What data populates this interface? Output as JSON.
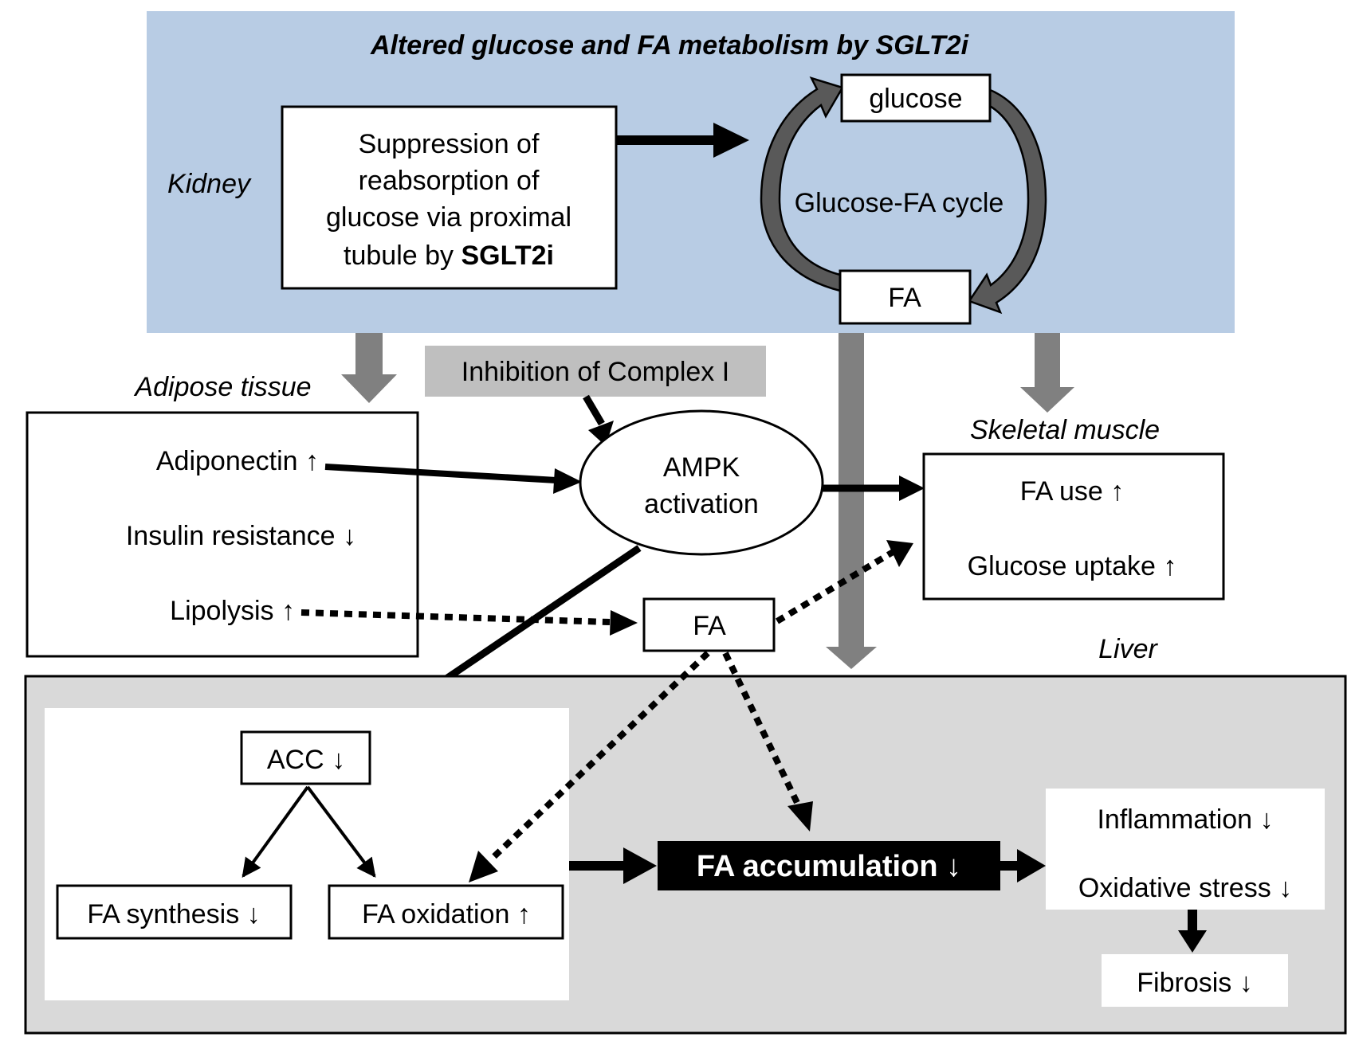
{
  "colors": {
    "kidney_panel": "#b8cce4",
    "liver_panel": "#d9d9d9",
    "gray_arrow": "#808080",
    "complex_box": "#bfbfbf",
    "cycle_arrow": "#595959",
    "black": "#000000"
  },
  "kidney": {
    "title": "Altered glucose and FA metabolism by SGLT2i",
    "label": "Kidney",
    "suppression_line1": "Suppression of",
    "suppression_line2": "reabsorption of",
    "suppression_line3": "glucose via proximal",
    "suppression_line4a": "tubule by ",
    "suppression_line4b": "SGLT2i",
    "cycle_glucose": "glucose",
    "cycle_label": "Glucose-FA cycle",
    "cycle_fa": "FA"
  },
  "complex": {
    "label": "Inhibition of Complex I"
  },
  "adipose": {
    "label": "Adipose tissue",
    "adiponectin": "Adiponectin ↑",
    "insulin": "Insulin resistance ↓",
    "lipolysis": "Lipolysis ↑"
  },
  "ampk": {
    "line1": "AMPK",
    "line2": "activation"
  },
  "muscle": {
    "label": "Skeletal muscle",
    "fa_use": "FA use ↑",
    "glucose_uptake": "Glucose uptake ↑"
  },
  "fa_middle": {
    "label": "FA"
  },
  "liver": {
    "label": "Liver",
    "acc": "ACC ↓",
    "fa_synthesis": "FA synthesis ↓",
    "fa_oxidation": "FA oxidation ↑",
    "fa_accumulation": "FA accumulation ↓",
    "inflammation": "Inflammation ↓",
    "oxidative_stress": "Oxidative stress ↓",
    "fibrosis": "Fibrosis ↓"
  }
}
